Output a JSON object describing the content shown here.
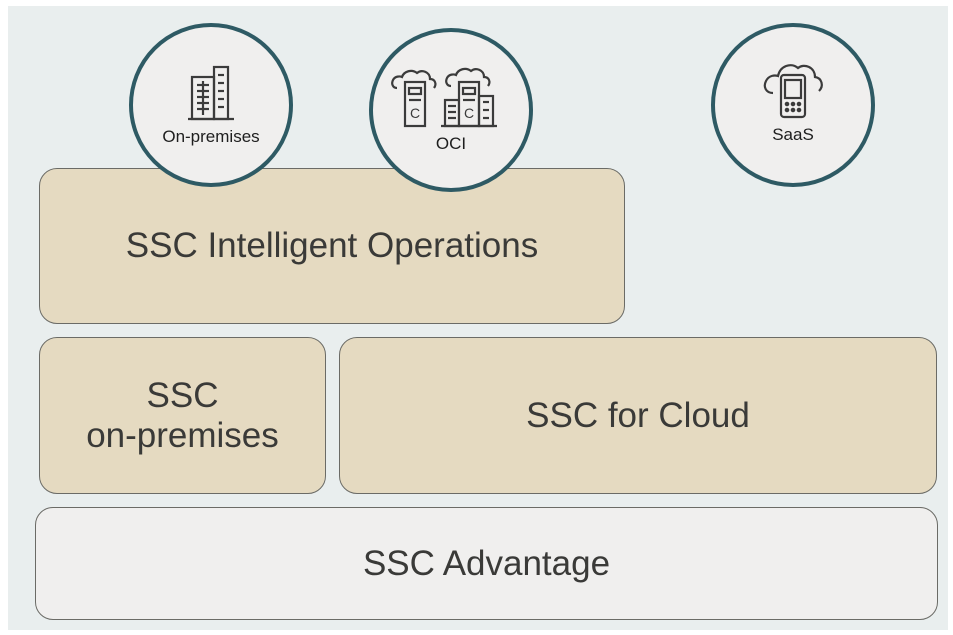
{
  "diagram": {
    "circles": [
      {
        "label": "On-premises",
        "icon": "office-building-icon"
      },
      {
        "label": "OCI",
        "icon": "cloud-servers-icon"
      },
      {
        "label": "SaaS",
        "icon": "cloud-device-icon"
      }
    ],
    "boxes": {
      "intelligent_operations": "SSC Intelligent Operations",
      "on_premises": "SSC\non-premises",
      "for_cloud": "SSC for Cloud",
      "advantage": "SSC Advantage"
    },
    "colors": {
      "tan": "#e5dac1",
      "light": "#f0efee",
      "circle_border": "#2e5a64",
      "background": "#e9eeee"
    }
  }
}
